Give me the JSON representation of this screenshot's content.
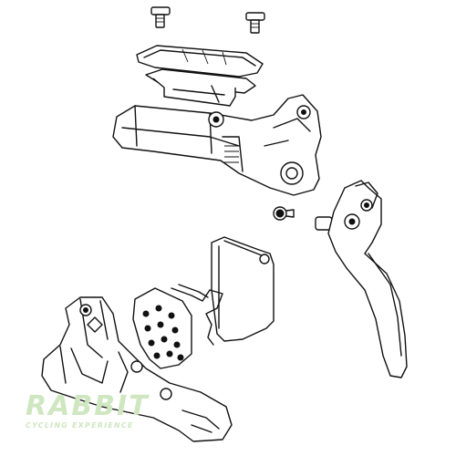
{
  "watermark": {
    "brand": "RABBIT",
    "tagline": "CYCLING EXPERIENCE",
    "color": "#cfe7c1"
  },
  "diagram": {
    "line_color": "#111111",
    "background": "#ffffff",
    "parts": [
      "reservoir-screw",
      "reservoir-screw",
      "reservoir-cap",
      "reservoir-bladder",
      "master-cylinder-body",
      "lever-pivot-bolt",
      "brake-lever-blade",
      "brake-pad",
      "pad-spring",
      "brake-pad",
      "brake-caliper"
    ]
  }
}
